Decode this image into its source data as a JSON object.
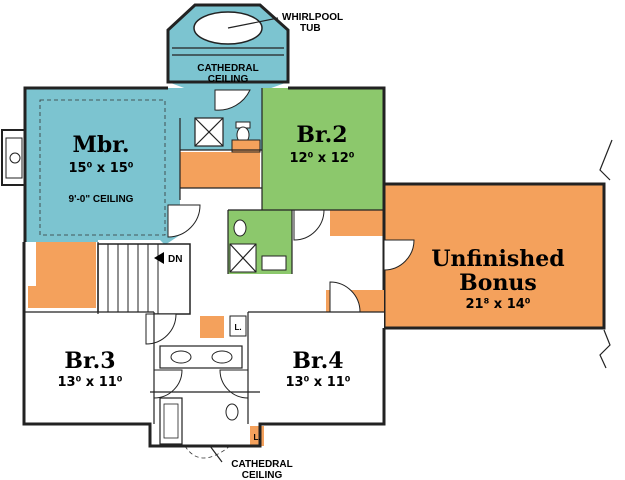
{
  "colors": {
    "master": "#7cc4d0",
    "bedroom2": "#8cc86c",
    "bath": "#7cc4d0",
    "orange": "#f4a15c",
    "wall": "#222222",
    "floor": "#ffffff"
  },
  "labels": {
    "whirlpool": [
      "WHIRLPOOL",
      "TUB"
    ],
    "cathedral_top": [
      "CATHEDRAL",
      "CEILING"
    ],
    "cathedral_bottom": [
      "CATHEDRAL",
      "CEILING"
    ],
    "mbr_ceiling": "9'-0\" CEILING",
    "stairs_dn": "DN",
    "linen_1": "L.",
    "linen_2": "L."
  },
  "rooms": {
    "mbr": {
      "name": "Mbr.",
      "dim": "15⁰ x 15⁰"
    },
    "br2": {
      "name": "Br.2",
      "dim": "12⁰ x 12⁰"
    },
    "br3": {
      "name": "Br.3",
      "dim": "13⁰ x 11⁰"
    },
    "br4": {
      "name": "Br.4",
      "dim": "13⁰ x 11⁰"
    },
    "bonus": {
      "name_1": "Unfinished",
      "name_2": "Bonus",
      "dim": "21⁸ x 14⁰"
    }
  },
  "icons": {
    "stair_arrow": "arrow-left-icon"
  }
}
